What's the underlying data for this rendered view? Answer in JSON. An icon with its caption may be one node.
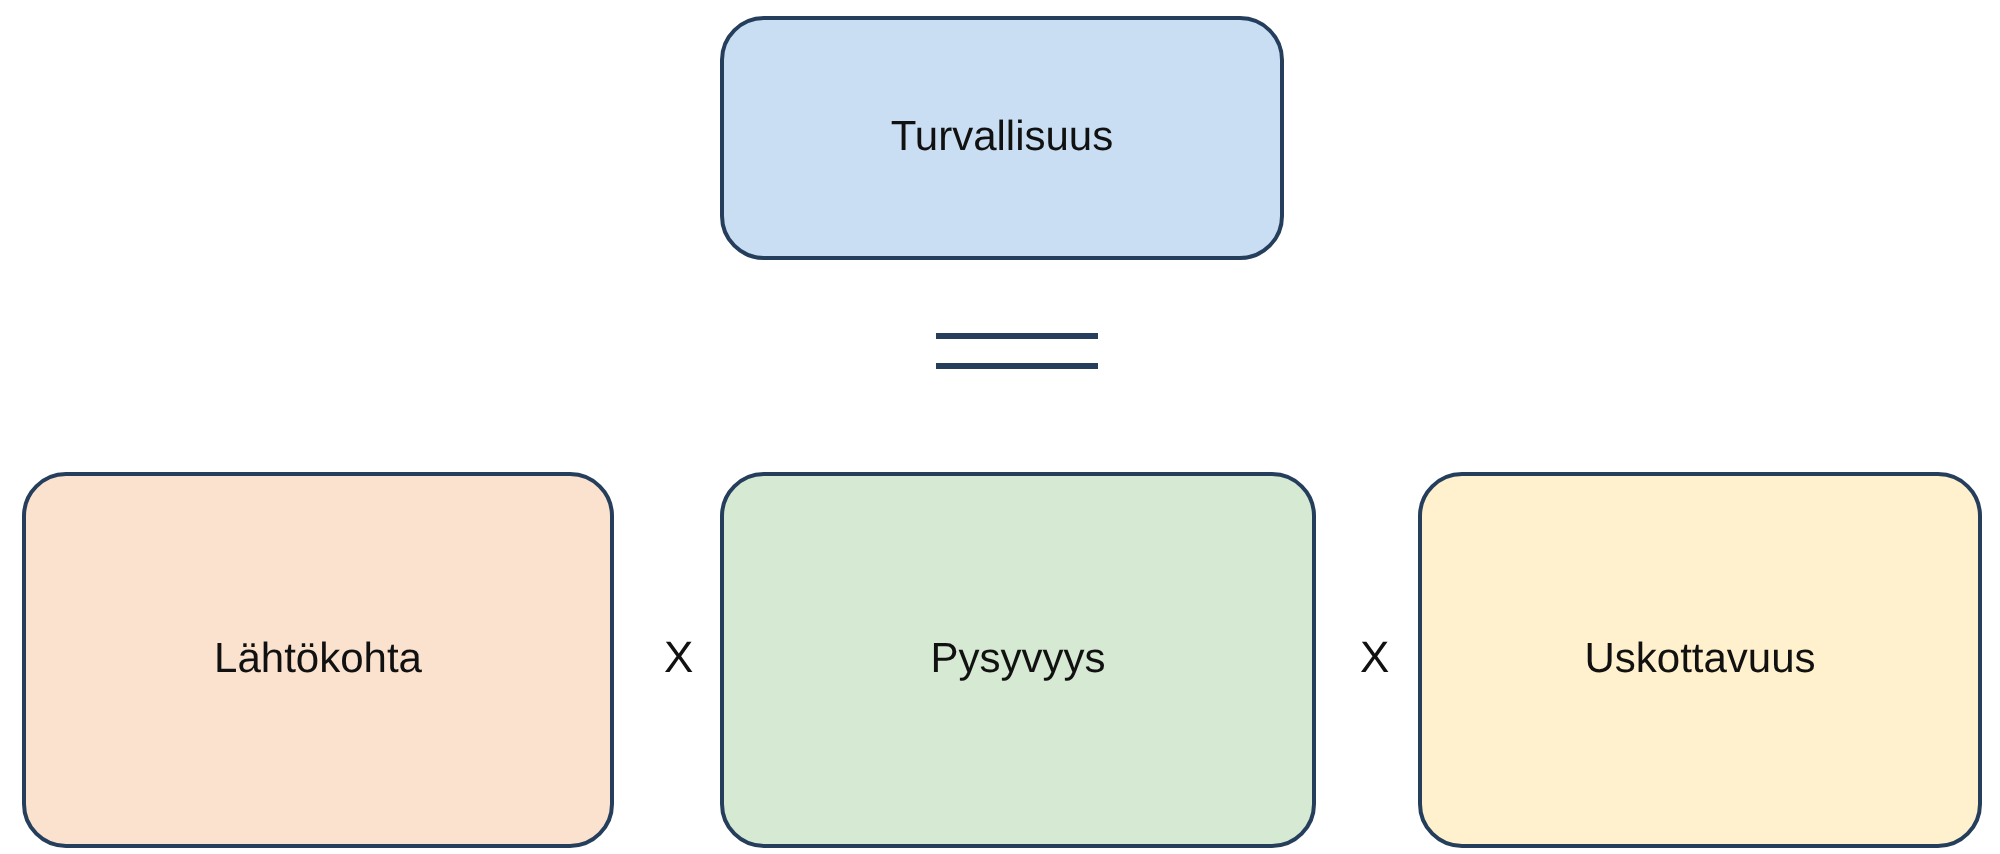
{
  "diagram": {
    "nodes": [
      {
        "text": [
          "Turvallisuus"
        ]
      },
      {
        "text": [
          "Lähtökohta"
        ]
      },
      {
        "text": [
          "Pysyvyys"
        ]
      },
      {
        "text": [
          "Uskottavuus"
        ]
      }
    ],
    "labels": [
      "X",
      "X"
    ]
  }
}
